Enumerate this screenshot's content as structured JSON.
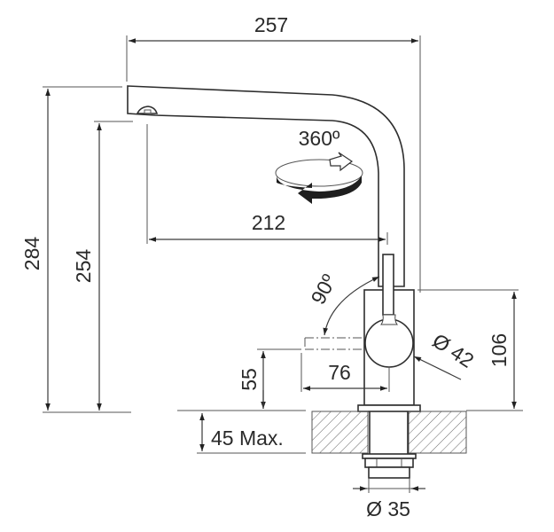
{
  "drawing": {
    "subject": "kitchen faucet dimension drawing",
    "units": "mm",
    "dimensions": {
      "overall_reach": "257",
      "spout_reach": "212",
      "overall_height": "284",
      "spout_outlet_height": "254",
      "body_height": "106",
      "lever_height": "55",
      "lever_reach": "76",
      "lever_rotation": "90º",
      "spout_rotation": "360º",
      "body_diameter": "Ø 42",
      "countertop_thickness": "45 Max.",
      "mounting_hole_diameter": "Ø 35"
    },
    "colors": {
      "line": "#3a3a3a",
      "text": "#2a2a2a",
      "background": "#ffffff"
    }
  }
}
